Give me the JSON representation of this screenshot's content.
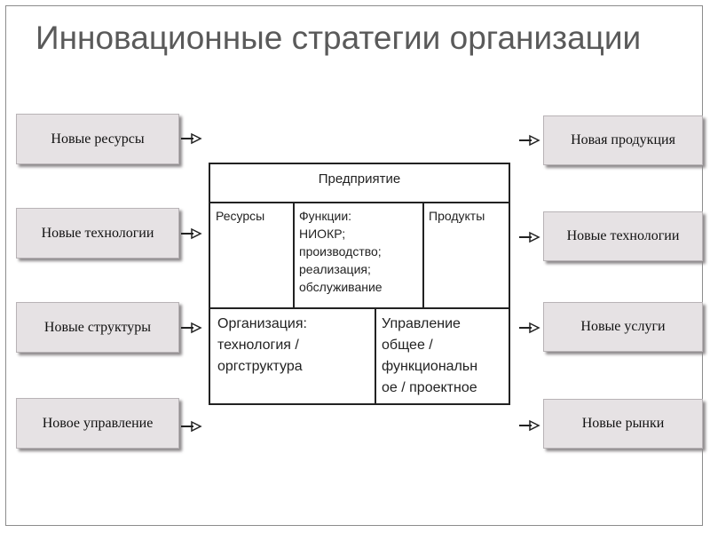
{
  "title": "Инновационные стратегии организации",
  "inputs": [
    "Новые ресурсы",
    "Новые технологии",
    "Новые структуры",
    "Новое управление"
  ],
  "outputs": [
    "Новая продукция",
    "Новые технологии",
    "Новые услуги",
    "Новые рынки"
  ],
  "enterprise": {
    "title": "Предприятие",
    "resources": "Ресурсы",
    "functions_label": "Функции:",
    "functions": [
      "НИОКР;",
      "производство;",
      "реализация;",
      "обслуживание"
    ],
    "products": "Продукты",
    "organization_label": "Организация:",
    "organization": [
      "технология /",
      "оргструктура"
    ],
    "management_label": "Управление",
    "management": [
      "общее /",
      "функциональн",
      "ое / проектное"
    ]
  }
}
